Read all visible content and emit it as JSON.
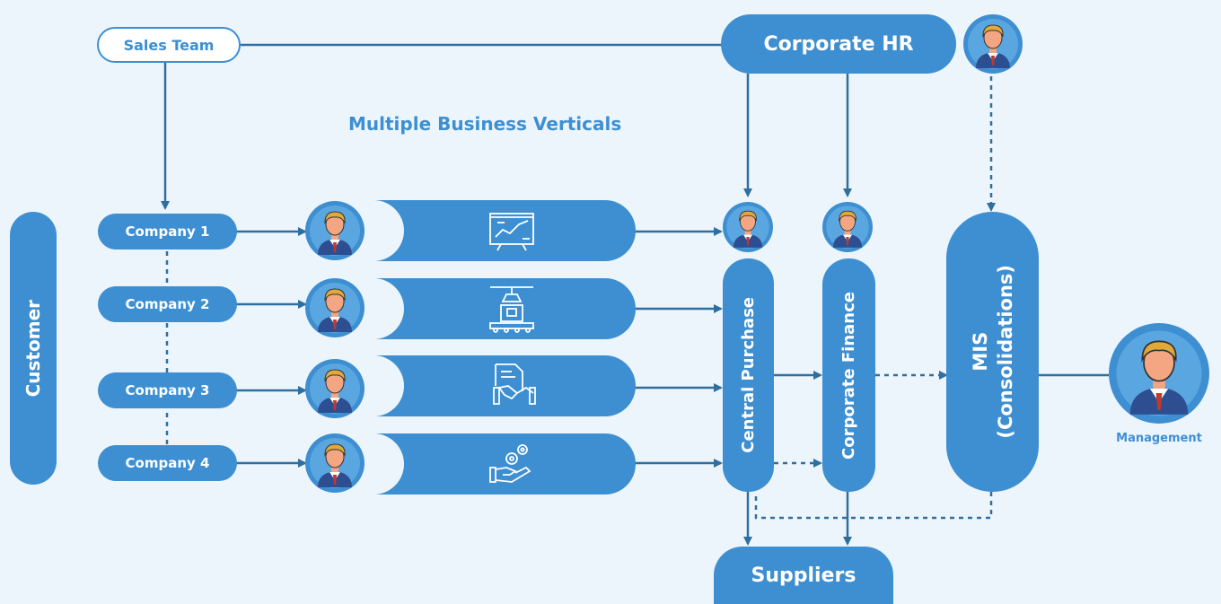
{
  "sales_team": "Sales Team",
  "corporate_hr": "Corporate HR",
  "multiple_business_verticals": "Multiple Business Verticals",
  "customer": "Customer",
  "companies": [
    "Company 1",
    "Company 2",
    "Company 3",
    "Company 4"
  ],
  "central_purchase": "Central Purchase",
  "corporate_finance": "Corporate Finance",
  "mis_line1": "MIS",
  "mis_line2": "(Consolidations)",
  "management": "Management",
  "suppliers": "Suppliers",
  "vertical_icons": [
    "presentation-chart-icon",
    "assembly-line-icon",
    "contract-handshake-icon",
    "hand-gears-icon"
  ],
  "colors": {
    "primary": "#3d8fd2",
    "background": "#edf5fc",
    "line": "#2f6f9f"
  }
}
